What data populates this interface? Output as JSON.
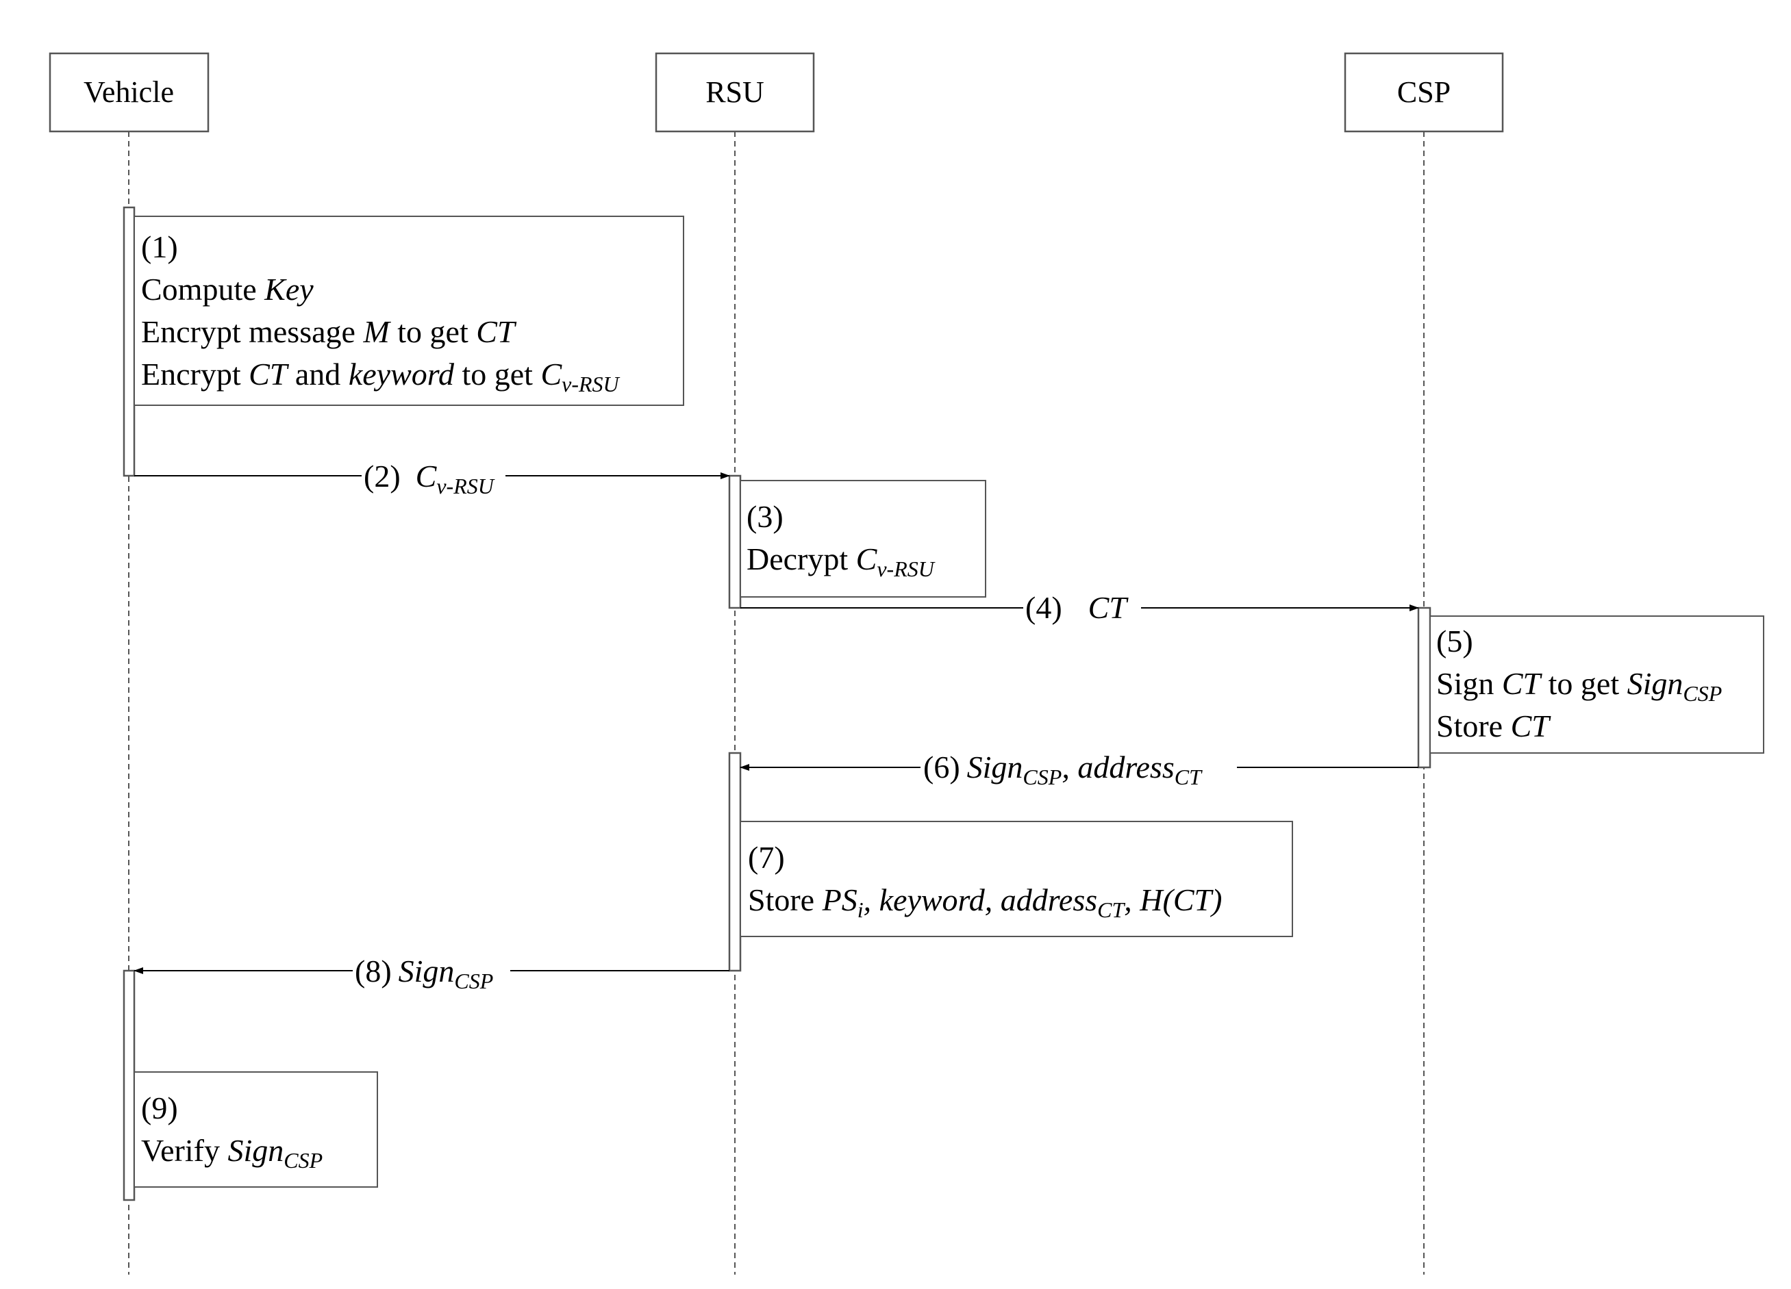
{
  "participants": [
    {
      "id": "vehicle",
      "label": "Vehicle"
    },
    {
      "id": "rsu",
      "label": "RSU"
    },
    {
      "id": "csp",
      "label": "CSP"
    }
  ],
  "steps": {
    "s1": {
      "num": "(1)",
      "l1_pre": "Compute ",
      "l1_it": "Key",
      "l2_pre": "Encrypt message ",
      "l2_it1": "M",
      "l2_mid": " to get ",
      "l2_it2": "CT",
      "l3_pre": "Encrypt ",
      "l3_it1": "CT",
      "l3_mid1": " and ",
      "l3_it2": "keyword",
      "l3_mid2": " to get ",
      "l3_it3": "C",
      "l3_sub": "v-RSU"
    },
    "s2": {
      "num": "(2)",
      "it": "C",
      "sub": "v-RSU"
    },
    "s3": {
      "num": "(3)",
      "pre": "Decrypt ",
      "it": "C",
      "sub": "v-RSU"
    },
    "s4": {
      "num": "(4)",
      "it": "CT"
    },
    "s5": {
      "num": "(5)",
      "l1_pre": "Sign ",
      "l1_it1": "CT",
      "l1_mid": " to get ",
      "l1_it2": "Sign",
      "l1_sub": "CSP",
      "l2_pre": "Store ",
      "l2_it": "CT"
    },
    "s6": {
      "num": "(6)",
      "it1": "Sign",
      "sub1": "CSP",
      "it2": ", address",
      "sub2": "CT"
    },
    "s7": {
      "num": "(7)",
      "pre": "Store ",
      "it1": "PS",
      "sub1": "i",
      "it2": ", keyword, address",
      "sub2": "CT",
      "it3": ", H",
      "it4": "(CT)"
    },
    "s8": {
      "num": "(8)",
      "it": "Sign",
      "sub": "CSP"
    },
    "s9": {
      "num": "(9)",
      "pre": "Verify ",
      "it": "Sign",
      "sub": "CSP"
    }
  }
}
